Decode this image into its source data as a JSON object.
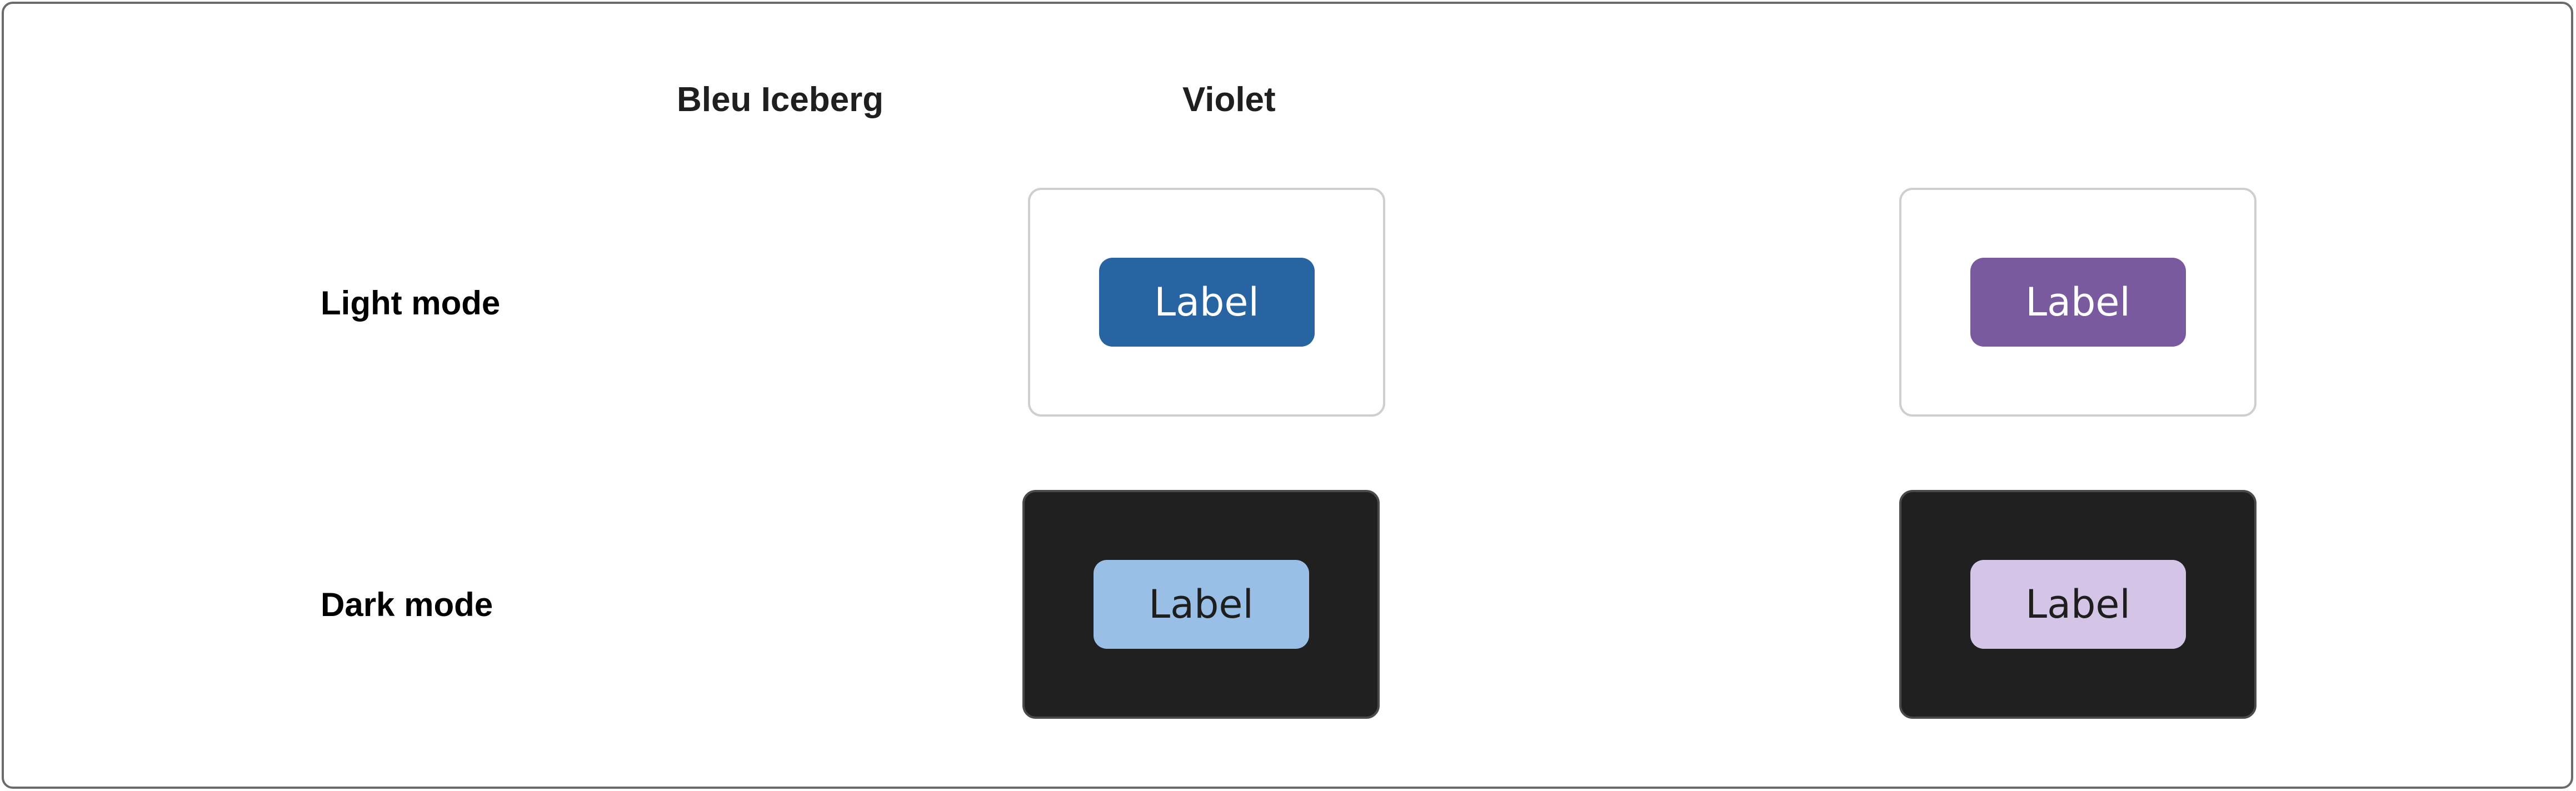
{
  "columns": {
    "bleu_iceberg": "Bleu Iceberg",
    "violet": "Violet"
  },
  "rows": {
    "light_mode": "Light mode",
    "dark_mode": "Dark mode"
  },
  "buttons": {
    "light_bleu": {
      "label": "Label",
      "bg": "#2764A1",
      "fg": "#FFFFFF"
    },
    "light_violet": {
      "label": "Label",
      "bg": "#7A5A9E",
      "fg": "#FFFFFF"
    },
    "dark_bleu": {
      "label": "Label",
      "bg": "#99BFE6",
      "fg": "#1E1E1E"
    },
    "dark_violet": {
      "label": "Label",
      "bg": "#D4C5E6",
      "fg": "#1E1E1E"
    }
  },
  "colors": {
    "light_tile_bg": "#FFFFFF",
    "dark_tile_bg": "#202020"
  }
}
